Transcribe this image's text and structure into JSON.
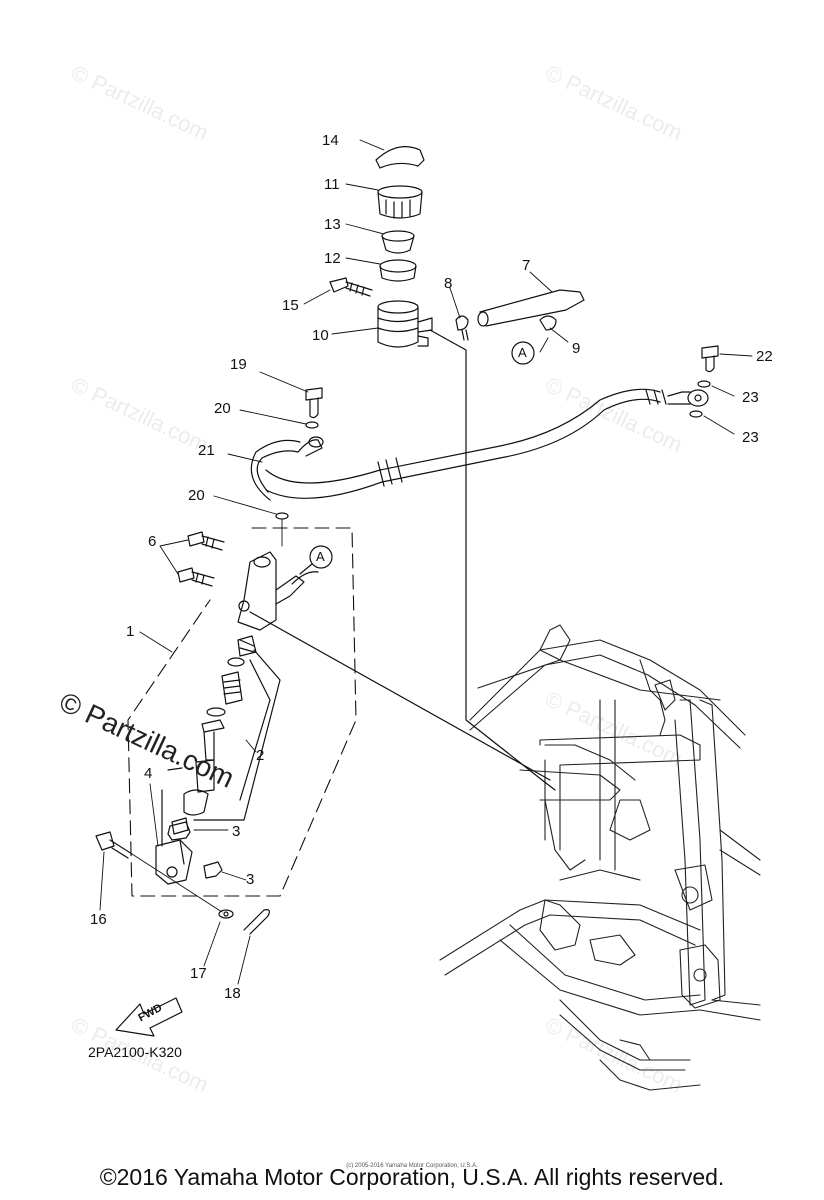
{
  "watermark": {
    "repeat_text": "© Partzilla.com",
    "main_text": "© Partzilla.com"
  },
  "diagram": {
    "code": "2PA2100-K320",
    "fwd_label": "FWD",
    "reference_letter": "A",
    "callouts": [
      "14",
      "11",
      "13",
      "12",
      "15",
      "10",
      "8",
      "7",
      "9",
      "22",
      "19",
      "20",
      "21",
      "23",
      "23",
      "20",
      "6",
      "1",
      "2",
      "4",
      "3",
      "3",
      "16",
      "17",
      "18"
    ]
  },
  "footer": {
    "copyright": "©2016 Yamaha Motor Corporation, U.S.A. All rights reserved.",
    "small_print": "(c) 2005-2016 Yamaha Motor Corporation, U.S.A."
  }
}
